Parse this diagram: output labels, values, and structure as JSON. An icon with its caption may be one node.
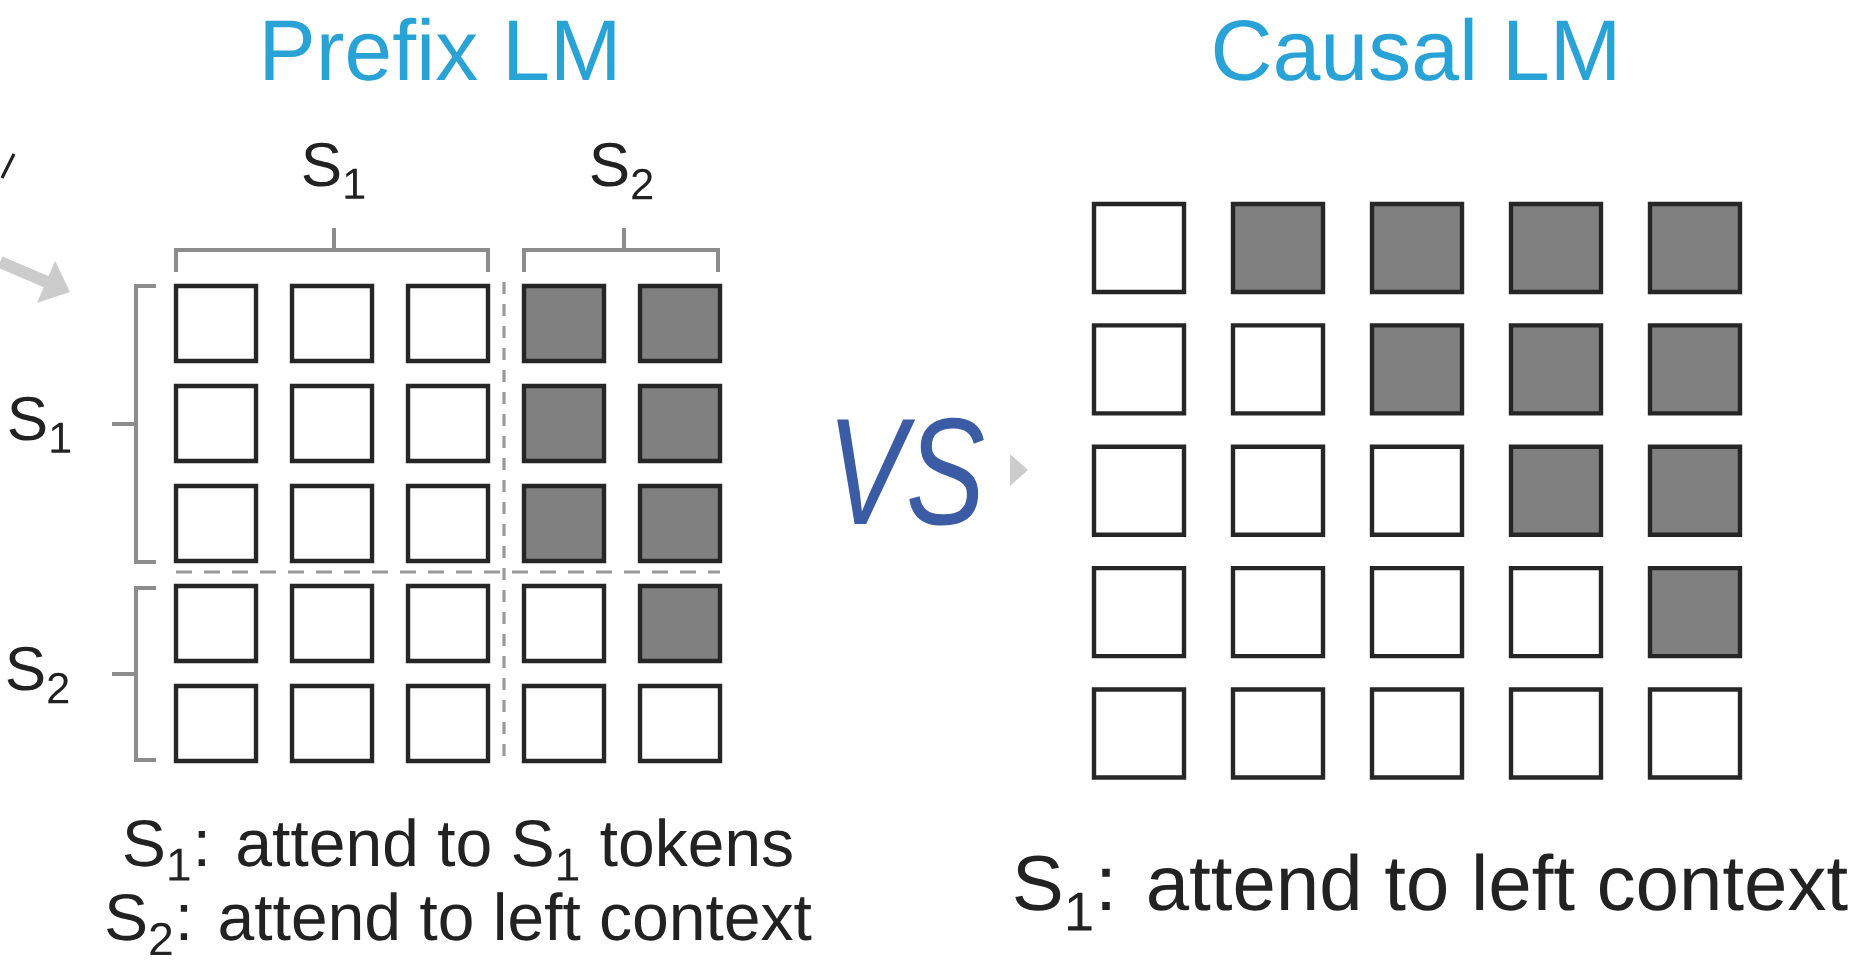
{
  "diagram": {
    "labels": [
      "Prefix LM",
      "S$_{1}$",
      "S$_{2}$",
      "S$_{1}$",
      "S$_{2}$",
      "S$_{1}$: attend to S$_{1}$ tokens",
      "S$_{2}$: attend to left context",
      "VS",
      "Causal LM",
      "S$_{1}$: attend to left context"
    ]
  }
}
